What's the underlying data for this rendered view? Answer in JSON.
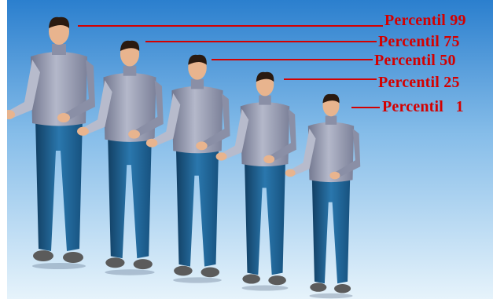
{
  "figure": {
    "labels": [
      {
        "text": "Percentil 99",
        "percentile": 99
      },
      {
        "text": "Percentil 75",
        "percentile": 75
      },
      {
        "text": "Percentil 50",
        "percentile": 50
      },
      {
        "text": "Percentil 25",
        "percentile": 25
      },
      {
        "text": "Percentil   1",
        "percentile": 1
      }
    ],
    "colors": {
      "label": "#d40000",
      "sky_top": "#2b7fce",
      "sky_bottom": "#dbeefa",
      "shirt": "#8a8fa6",
      "shirt_light": "#b7bbcc",
      "pants": "#1a5a8a",
      "pants_dark": "#123f63",
      "skin": "#e8b48e",
      "hair": "#2a1a10",
      "shoes": "#5b5b5b"
    }
  }
}
